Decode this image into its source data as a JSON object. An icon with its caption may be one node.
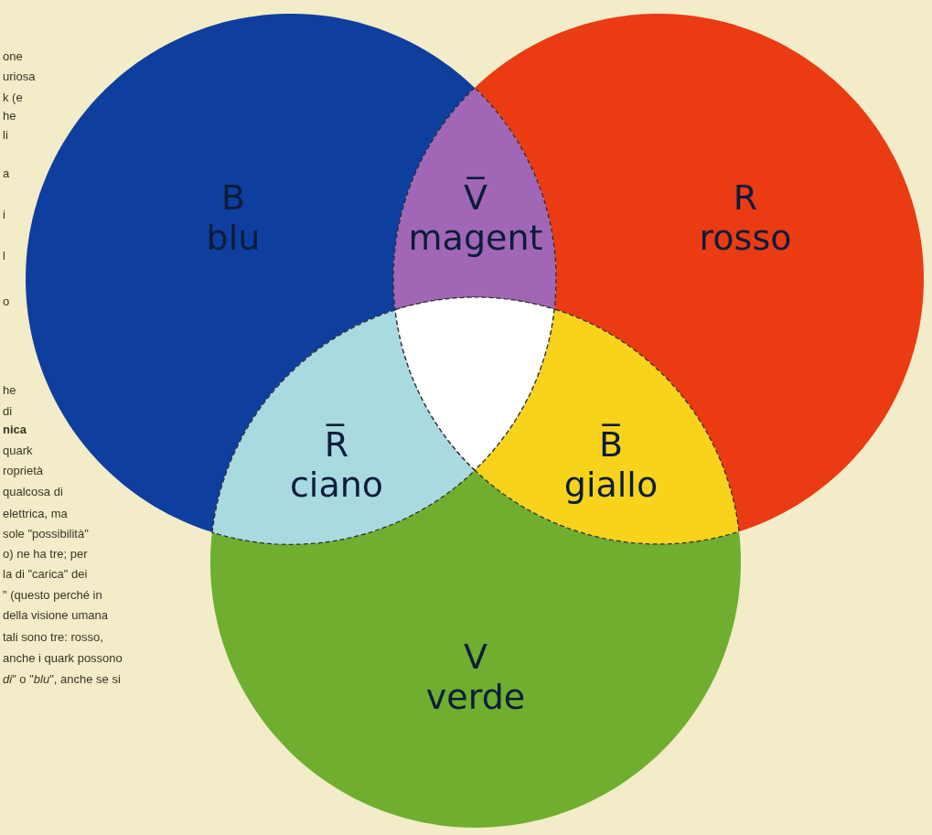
{
  "diagram": {
    "nodes": [
      {
        "text": [
          "B",
          "blu"
        ]
      },
      {
        "text": [
          "V̅",
          "magent"
        ]
      },
      {
        "text": [
          "R",
          "rosso"
        ]
      },
      {
        "text": [],
        "shape": "triangle"
      },
      {
        "text": [
          "R̅",
          "ciano"
        ]
      },
      {
        "text": [
          "B̅",
          "giallo"
        ]
      },
      {
        "text": [
          "V",
          "verde"
        ]
      }
    ],
    "edges": [],
    "labels": [
      "one",
      "uriosa",
      "k (e",
      "he",
      "li",
      "a",
      "i",
      "l",
      "o",
      "he",
      "di",
      "nica",
      "quark",
      "roprietà",
      "qualcosa di",
      "elettrica, ma",
      "sole \"possibilità\"",
      "o) ne ha tre; per",
      "la di \"carica\" dei",
      "\" (questo perché in",
      "della visione umana",
      "tali sono tre: rosso,",
      "anche i quark possono",
      "*di*\" o \"*blu*\", anche se si"
    ]
  }
}
